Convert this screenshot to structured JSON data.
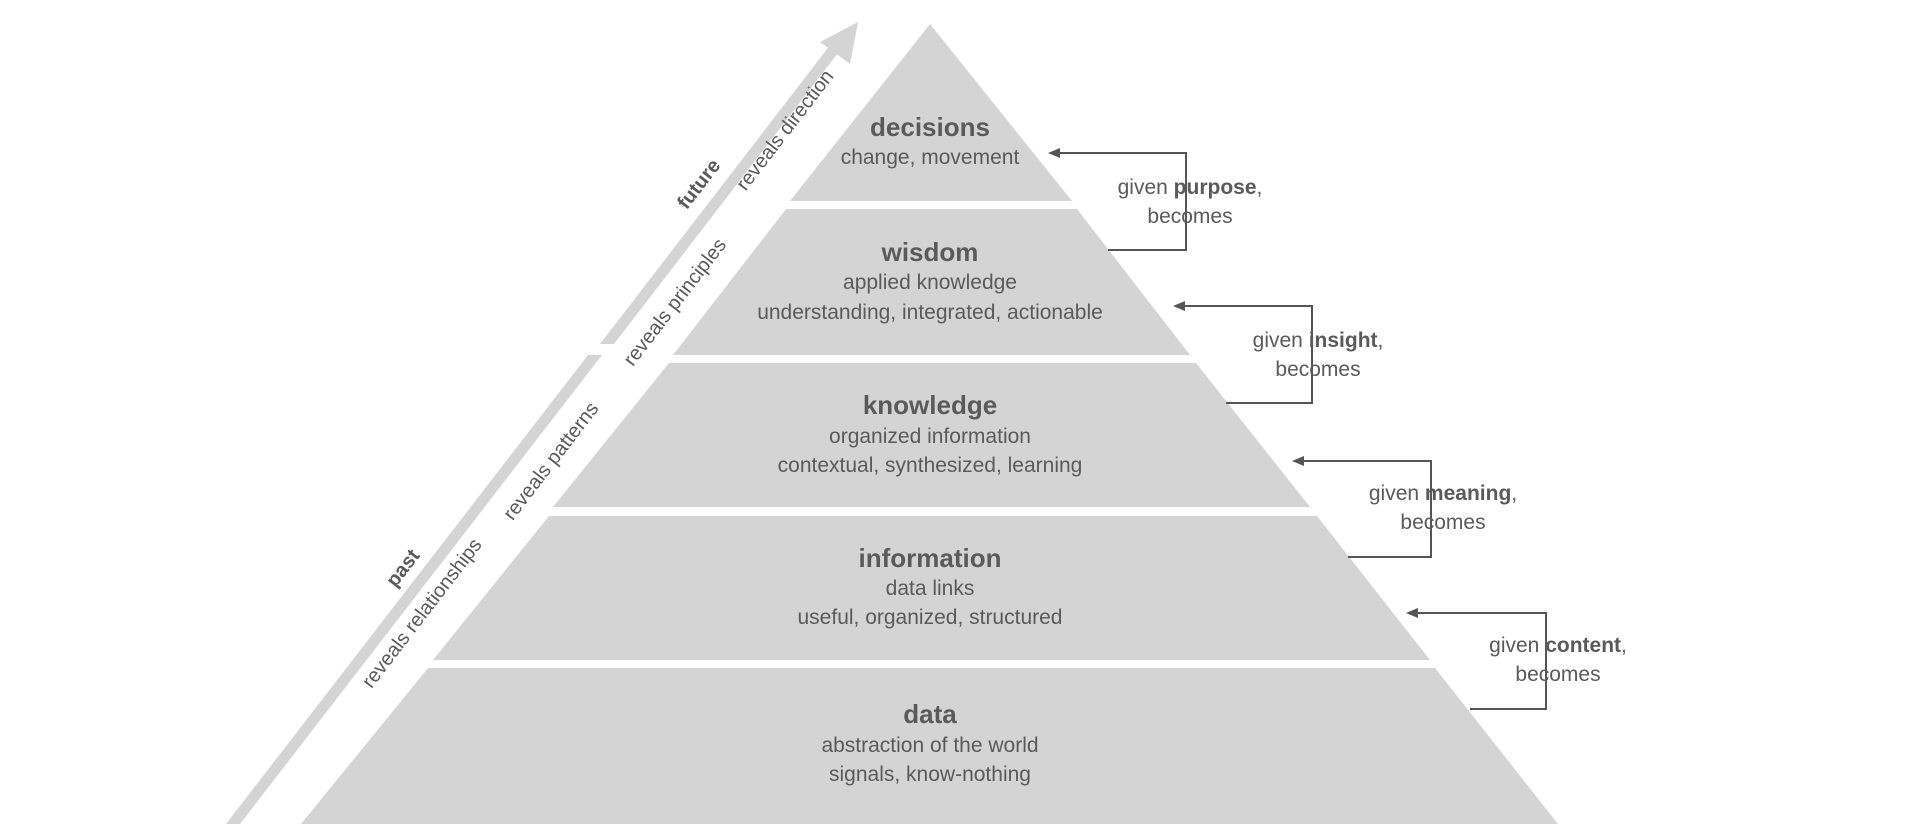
{
  "levels": [
    {
      "title": "decisions",
      "line1": "change, movement",
      "line2": ""
    },
    {
      "title": "wisdom",
      "line1": "applied knowledge",
      "line2": "understanding, integrated, actionable"
    },
    {
      "title": "knowledge",
      "line1": "organized information",
      "line2": "contextual, synthesized, learning"
    },
    {
      "title": "information",
      "line1": "data links",
      "line2": "useful, organized, structured"
    },
    {
      "title": "data",
      "line1": "abstraction of the world",
      "line2": "signals, know-nothing"
    }
  ],
  "transitions": [
    {
      "prefix": "given ",
      "keyword": "purpose",
      "suffix": ",",
      "line2": "becomes"
    },
    {
      "prefix": "given ",
      "keyword": "insight",
      "suffix": ",",
      "line2": "becomes"
    },
    {
      "prefix": "given ",
      "keyword": "meaning",
      "suffix": ",",
      "line2": "becomes"
    },
    {
      "prefix": "given ",
      "keyword": "content",
      "suffix": ",",
      "line2": "becomes"
    }
  ],
  "axis": {
    "future_label": "future",
    "past_label": "past",
    "reveals": [
      "reveals direction",
      "reveals principles",
      "reveals patterns",
      "reveals relationships"
    ]
  },
  "colors": {
    "tier_fill": "#d4d4d4",
    "text": "#5a5a5a",
    "connector": "#555555"
  }
}
